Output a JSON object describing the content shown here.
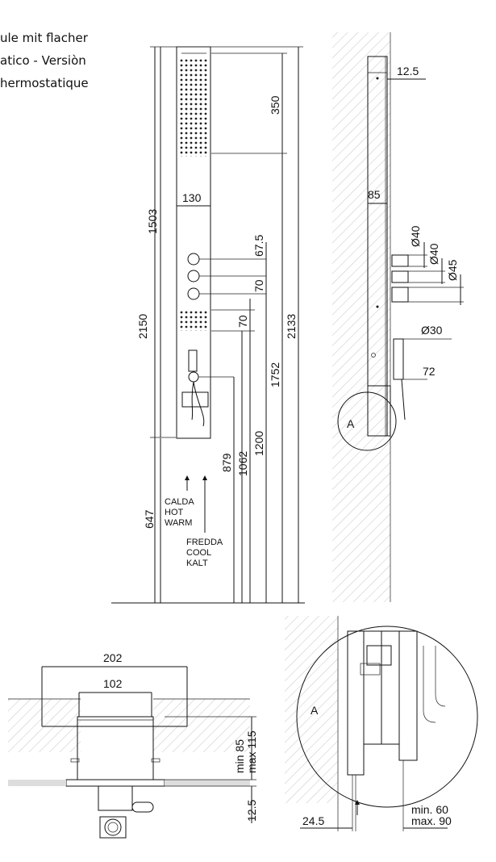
{
  "header_lines": [
    "ule mit flacher",
    "atico - Versiòn",
    "hermostatique"
  ],
  "front_view": {
    "dims": {
      "d350": "350",
      "d130": "130",
      "d1503": "1503",
      "d2150": "2150",
      "d67_5": "67.5",
      "d70a": "70",
      "d70b": "70",
      "d2133": "2133",
      "d1752": "1752",
      "d1200": "1200",
      "d1062": "1062",
      "d879": "879",
      "d647": "647"
    },
    "hot_labels": [
      "CALDA",
      "HOT",
      "WARM"
    ],
    "cold_labels": [
      "FREDDA",
      "COOL",
      "KALT"
    ]
  },
  "side_view": {
    "dims": {
      "d12_5": "12.5",
      "d85": "85",
      "d40a": "Ø40",
      "d40b": "Ø40",
      "d45": "Ø45",
      "d30": "Ø30",
      "d72": "72"
    },
    "detail_label": "A"
  },
  "plan_view": {
    "dims": {
      "d202": "202",
      "d102": "102",
      "dmin85": "min 85",
      "dmax115": "max 115",
      "d12_5": "12.5"
    }
  },
  "detail_view": {
    "label": "A",
    "dims": {
      "d24_5": "24.5",
      "dmin60": "min. 60",
      "dmax90": "max. 90"
    }
  }
}
